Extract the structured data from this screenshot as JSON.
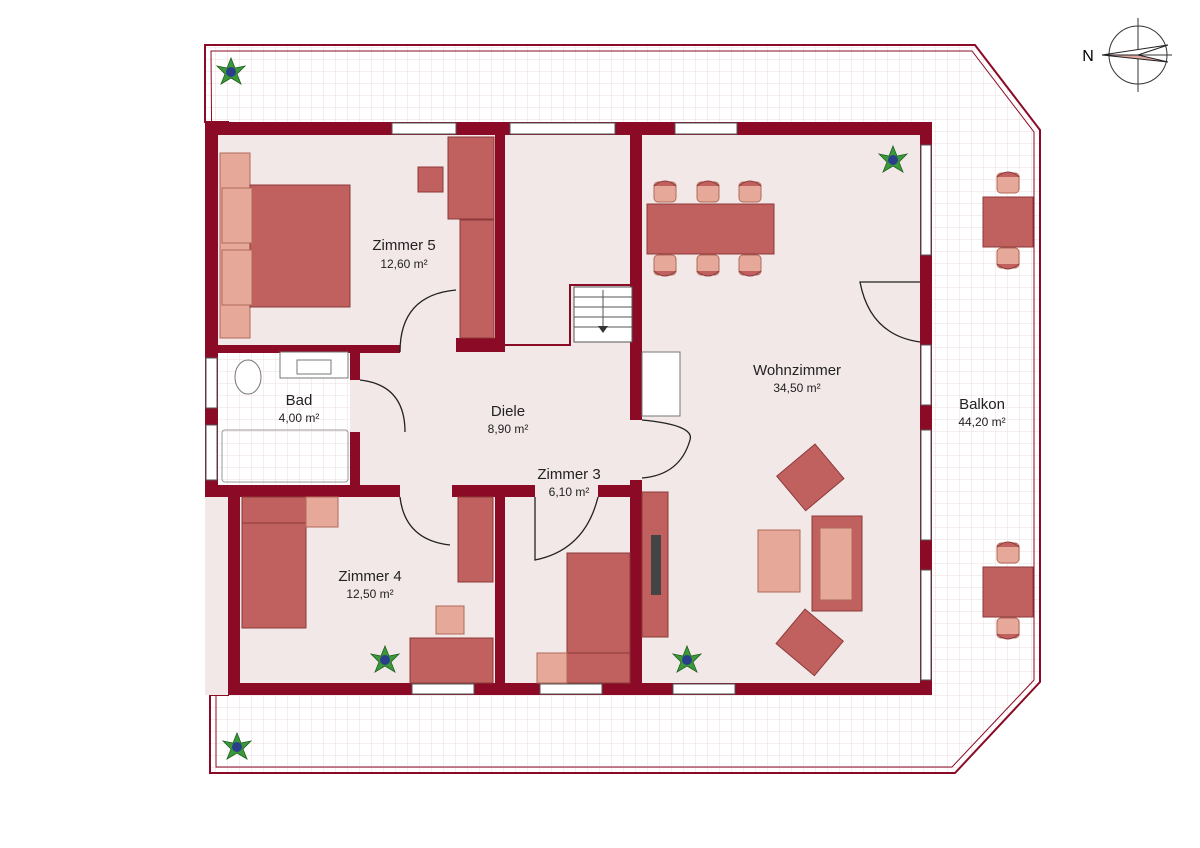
{
  "compass": {
    "label": "N"
  },
  "rooms": [
    {
      "name": "Zimmer 5",
      "area": "12,60 m²"
    },
    {
      "name": "Bad",
      "area": "4,00 m²"
    },
    {
      "name": "Diele",
      "area": "8,90 m²"
    },
    {
      "name": "Zimmer 3",
      "area": "6,10 m²"
    },
    {
      "name": "Zimmer 4",
      "area": "12,50 m²"
    },
    {
      "name": "Wohnzimmer",
      "area": "34,50 m²"
    },
    {
      "name": "Balkon",
      "area": "44,20 m²"
    }
  ],
  "colors": {
    "wall": "#8b0a25",
    "floor": "#f3e8e8",
    "furniture": "#c0605f",
    "plant": "#2e8b2e"
  }
}
